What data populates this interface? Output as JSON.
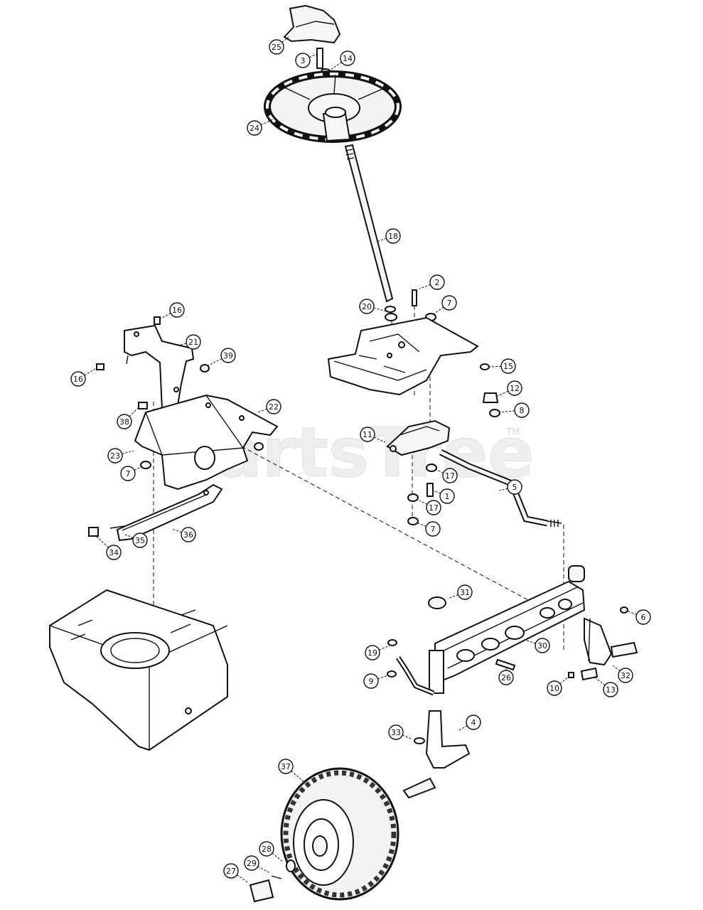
{
  "watermark": {
    "text": "PartsTree",
    "trademark": "TM"
  },
  "callouts": [
    {
      "label": "25",
      "name": "steering-cap"
    },
    {
      "label": "3",
      "name": "cap-screw"
    },
    {
      "label": "14",
      "name": "washer"
    },
    {
      "label": "24",
      "name": "steering-wheel"
    },
    {
      "label": "18",
      "name": "steering-shaft"
    },
    {
      "label": "2",
      "name": "bolt"
    },
    {
      "label": "7",
      "name": "nut"
    },
    {
      "label": "20",
      "name": "bushing"
    },
    {
      "label": "16",
      "name": "screw"
    },
    {
      "label": "21",
      "name": "support-bracket"
    },
    {
      "label": "16",
      "name": "screw"
    },
    {
      "label": "39",
      "name": "nut"
    },
    {
      "label": "15",
      "name": "washer"
    },
    {
      "label": "12",
      "name": "spacer"
    },
    {
      "label": "38",
      "name": "screw"
    },
    {
      "label": "22",
      "name": "steering-support"
    },
    {
      "label": "8",
      "name": "nut"
    },
    {
      "label": "11",
      "name": "steering-gear"
    },
    {
      "label": "23",
      "name": "bracket"
    },
    {
      "label": "7",
      "name": "nut"
    },
    {
      "label": "17",
      "name": "washer"
    },
    {
      "label": "1",
      "name": "bolt"
    },
    {
      "label": "5",
      "name": "drag-link"
    },
    {
      "label": "17",
      "name": "washer"
    },
    {
      "label": "36",
      "name": "axle-pivot-bracket"
    },
    {
      "label": "7",
      "name": "nut"
    },
    {
      "label": "35",
      "name": "pin"
    },
    {
      "label": "34",
      "name": "pivot-bolt"
    },
    {
      "label": "31",
      "name": "cap"
    },
    {
      "label": "6",
      "name": "nut"
    },
    {
      "label": "30",
      "name": "front-axle"
    },
    {
      "label": "19",
      "name": "nut"
    },
    {
      "label": "26",
      "name": "bolt"
    },
    {
      "label": "32",
      "name": "spindle"
    },
    {
      "label": "9",
      "name": "washer"
    },
    {
      "label": "10",
      "name": "nut"
    },
    {
      "label": "13",
      "name": "bolt"
    },
    {
      "label": "4",
      "name": "spindle"
    },
    {
      "label": "33",
      "name": "washer"
    },
    {
      "label": "37",
      "name": "front-wheel"
    },
    {
      "label": "28",
      "name": "washer"
    },
    {
      "label": "29",
      "name": "cotter-pin"
    },
    {
      "label": "27",
      "name": "hub-cap"
    }
  ]
}
